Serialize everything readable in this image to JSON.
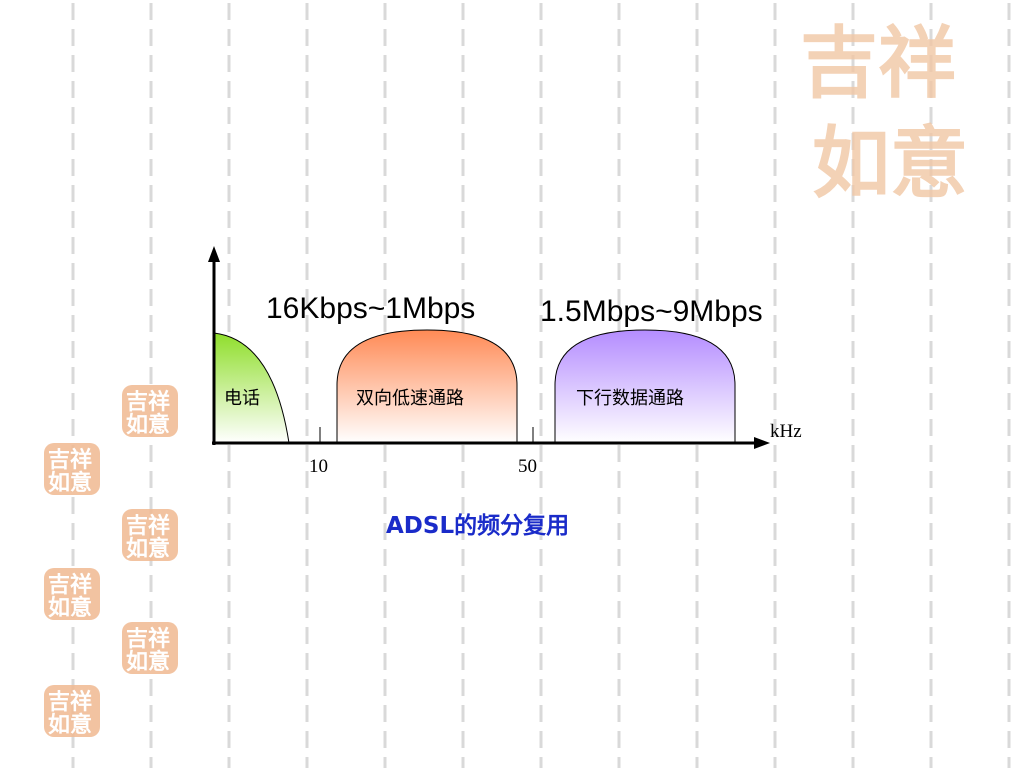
{
  "decor": {
    "seal_text": "吉祥如意",
    "seal_color": "#e7a679"
  },
  "diagram": {
    "speed_labels": {
      "left": "16Kbps~1Mbps",
      "right": "1.5Mbps~9Mbps"
    },
    "bands": [
      {
        "label": "电话",
        "color": "#8fde2b"
      },
      {
        "label": "双向低速通路",
        "color": "#ff8a55"
      },
      {
        "label": "下行数据通路",
        "color": "#b48cff"
      }
    ],
    "axis_unit": "kHz",
    "ticks": [
      "10",
      "50"
    ]
  },
  "caption": "ADSL的频分复用"
}
